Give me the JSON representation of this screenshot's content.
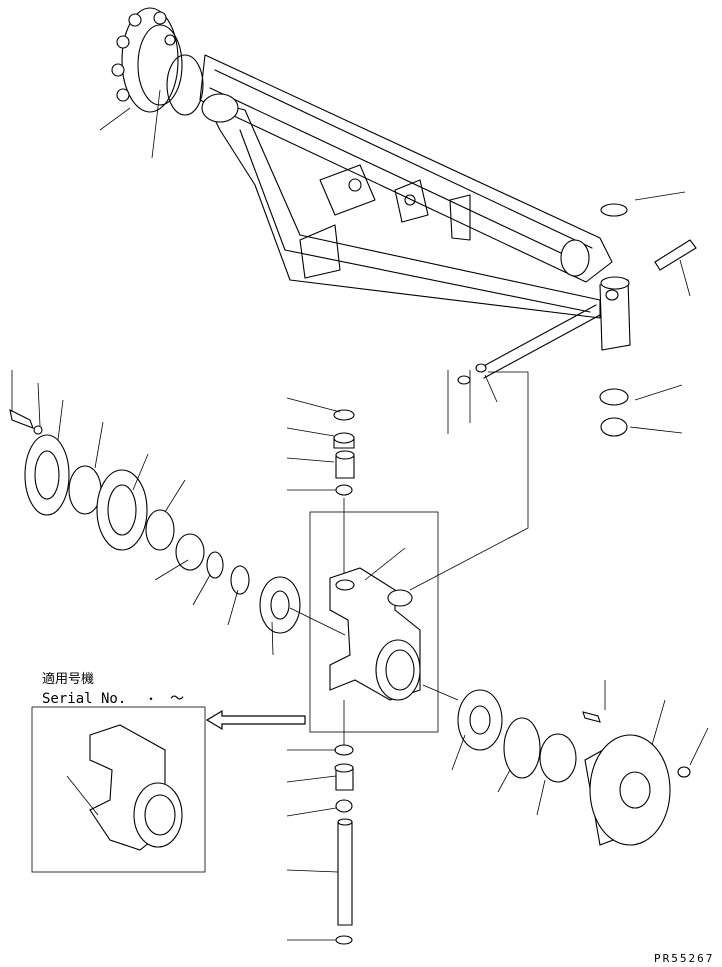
{
  "diagram": {
    "applicability_label": "適用号機",
    "serial_label": "Serial No.",
    "serial_from": "・",
    "serial_range_symbol": "～",
    "drawing_code": "PR55267"
  }
}
